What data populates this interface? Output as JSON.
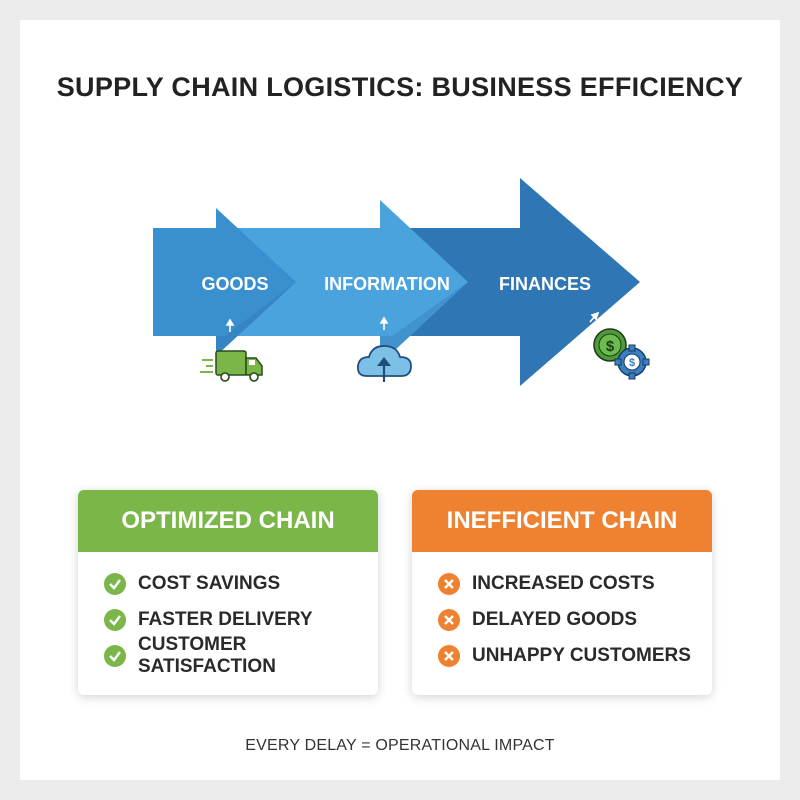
{
  "title": "SUPPLY CHAIN LOGISTICS: BUSINESS EFFICIENCY",
  "flow": {
    "stages": [
      {
        "label": "GOODS",
        "icon": "delivery-truck-icon"
      },
      {
        "label": "INFORMATION",
        "icon": "cloud-upload-icon"
      },
      {
        "label": "FINANCES",
        "icon": "dollar-gear-icon"
      }
    ],
    "colors": {
      "arrow_dark": "#2f76b4",
      "arrow_mid": "#3a8fcf",
      "arrow_light": "#4aa3dc",
      "truck_green": "#7ab648",
      "coin_green": "#4f9a3a",
      "gear_blue": "#3b7ec2"
    }
  },
  "optimized": {
    "header": "OPTIMIZED CHAIN",
    "color": "#7ab648",
    "icon": "check-icon",
    "items": [
      "COST SAVINGS",
      "FASTER DELIVERY",
      "CUSTOMER SATISFACTION"
    ]
  },
  "inefficient": {
    "header": "INEFFICIENT CHAIN",
    "color": "#ef8231",
    "icon": "x-icon",
    "items": [
      "INCREASED COSTS",
      "DELAYED GOODS",
      "UNHAPPY CUSTOMERS"
    ]
  },
  "footer": "EVERY DELAY = OPERATIONAL IMPACT"
}
